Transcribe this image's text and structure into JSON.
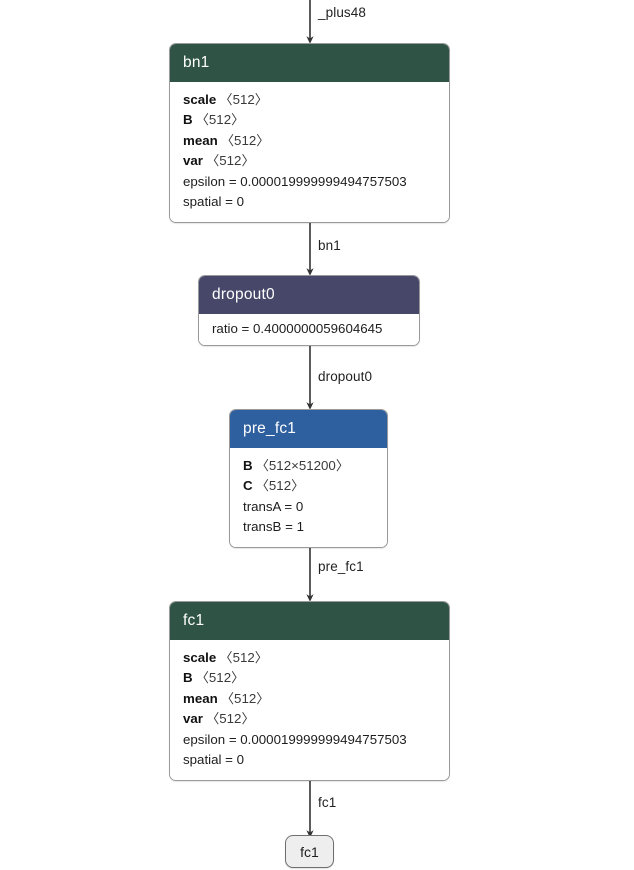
{
  "graph": {
    "title": "neural-network-graph",
    "colors": {
      "batchnorm_header": "#2f5446",
      "gemm_header": "#2e5f9e",
      "dropout_header": "#474769",
      "terminal_fill": "#eeeeee",
      "edge_stroke": "#333333",
      "node_border": "#9a9a9a",
      "background": "#ffffff"
    },
    "edges": [
      {
        "label": "_plus48",
        "from": "input",
        "to": "bn1"
      },
      {
        "label": "bn1",
        "from": "bn1",
        "to": "dropout0"
      },
      {
        "label": "dropout0",
        "from": "dropout0",
        "to": "pre_fc1"
      },
      {
        "label": "pre_fc1",
        "from": "pre_fc1",
        "to": "fc1"
      },
      {
        "label": "fc1",
        "from": "fc1",
        "to": "fc1_out"
      }
    ],
    "nodes": {
      "bn1": {
        "header": "bn1",
        "attrs": [
          {
            "name": "scale",
            "dim": "〈512〉"
          },
          {
            "name": "B",
            "dim": "〈512〉"
          },
          {
            "name": "mean",
            "dim": "〈512〉"
          },
          {
            "name": "var",
            "dim": "〈512〉"
          },
          {
            "text": "epsilon = 0.000019999999494757503"
          },
          {
            "text": "spatial = 0"
          }
        ]
      },
      "dropout0": {
        "header": "dropout0",
        "attrs": [
          {
            "text": "ratio = 0.4000000059604645"
          }
        ]
      },
      "pre_fc1": {
        "header": "pre_fc1",
        "attrs": [
          {
            "name": "B",
            "dim": "〈512×51200〉"
          },
          {
            "name": "C",
            "dim": "〈512〉"
          },
          {
            "text": "transA = 0"
          },
          {
            "text": "transB = 1"
          }
        ]
      },
      "fc1": {
        "header": "fc1",
        "attrs": [
          {
            "name": "scale",
            "dim": "〈512〉"
          },
          {
            "name": "B",
            "dim": "〈512〉"
          },
          {
            "name": "mean",
            "dim": "〈512〉"
          },
          {
            "name": "var",
            "dim": "〈512〉"
          },
          {
            "text": "epsilon = 0.000019999999494757503"
          },
          {
            "text": "spatial = 0"
          }
        ]
      },
      "fc1_out": {
        "label": "fc1"
      }
    }
  }
}
